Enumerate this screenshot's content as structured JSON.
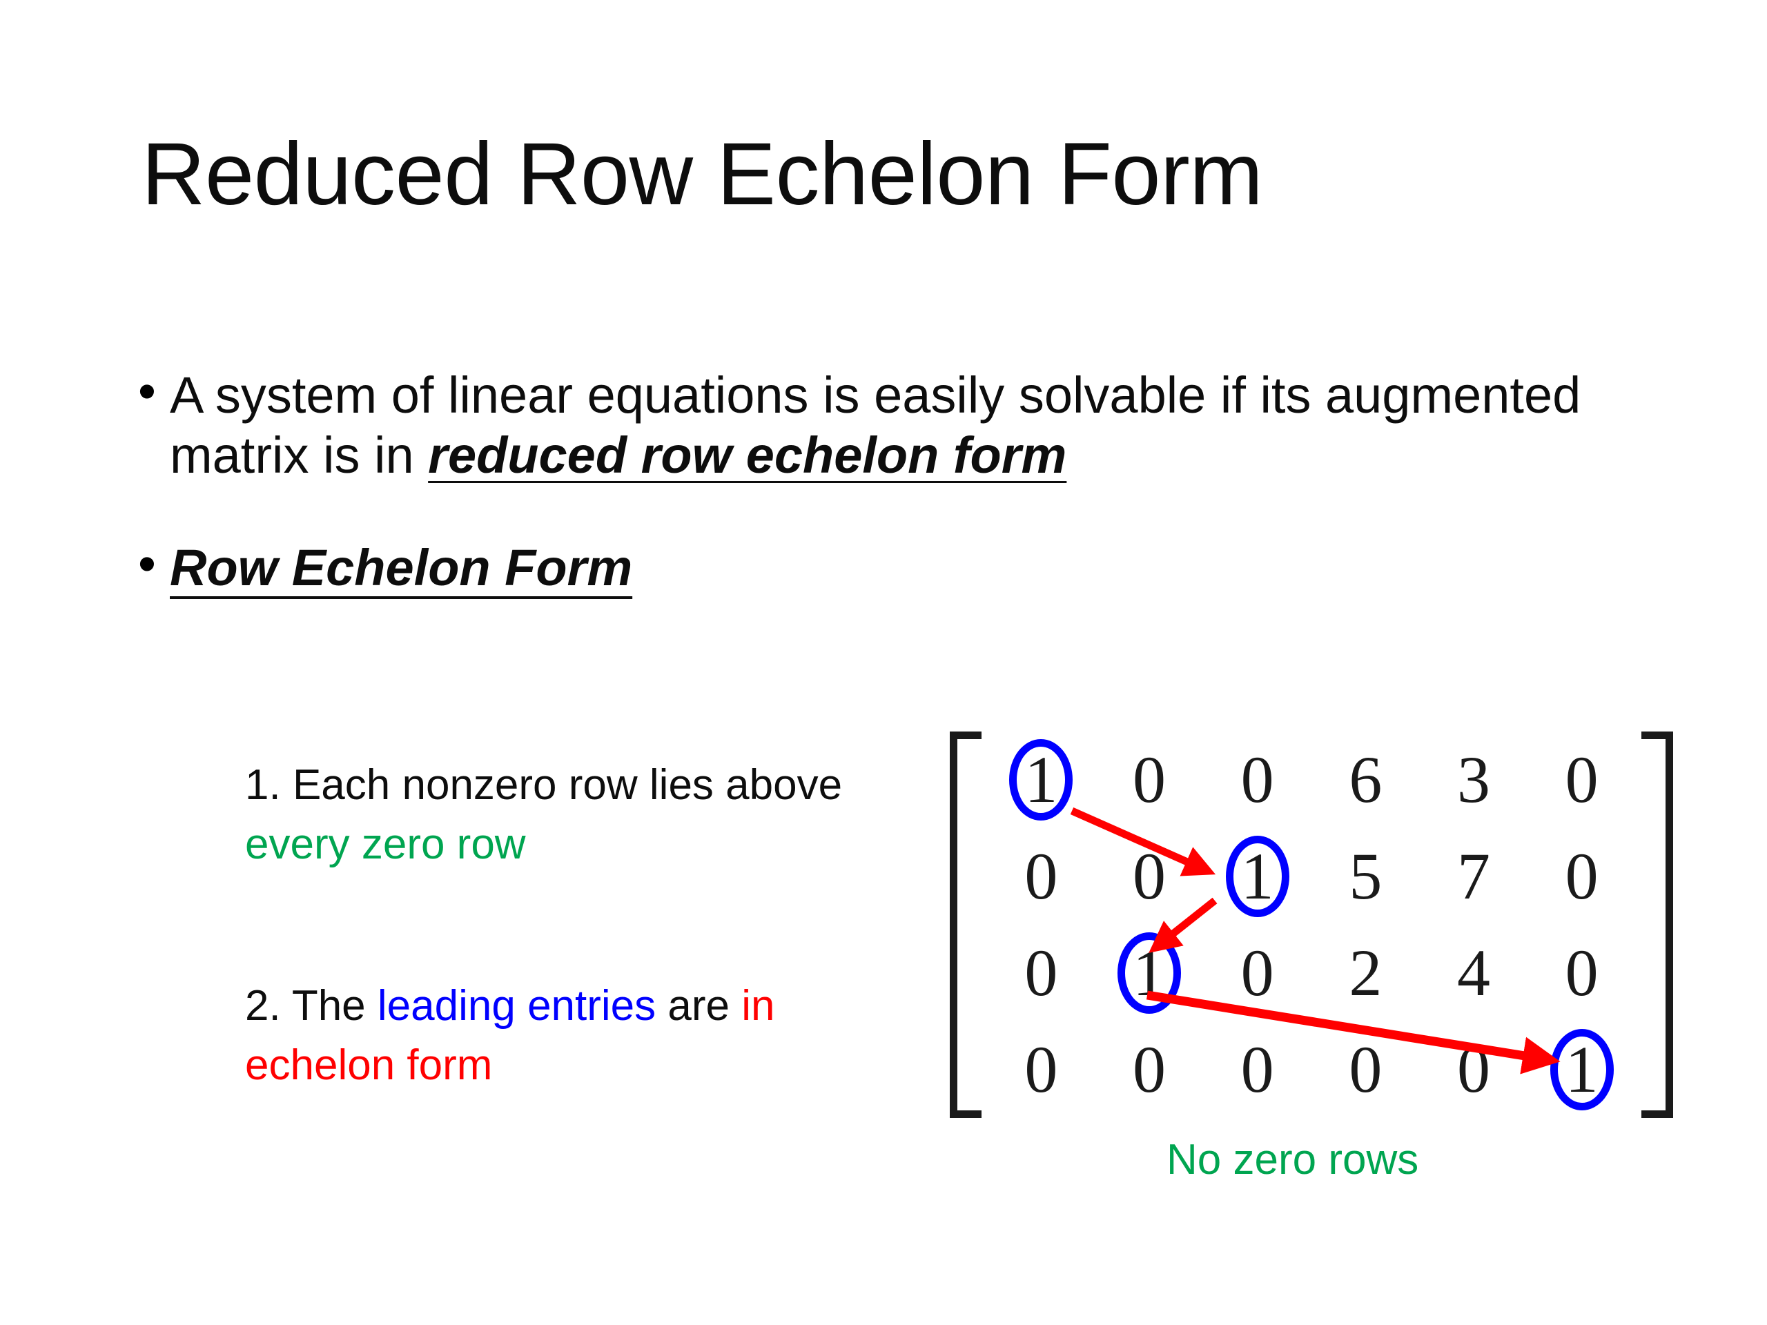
{
  "slide": {
    "title": "Reduced Row Echelon Form",
    "background_color": "#FFFFFF",
    "text_color": "#0D0D0D"
  },
  "bullets": [
    {
      "marker": "•",
      "plain_before": "A system of linear equations is easily solvable if its augmented matrix is in ",
      "emphasized": "reduced row echelon form",
      "plain_after": ""
    },
    {
      "marker": "•",
      "plain_before": "",
      "emphasized": "Row Echelon Form",
      "plain_after": ""
    }
  ],
  "notes": [
    {
      "number": "1.",
      "part_1": " Each nonzero row lies above ",
      "highlight": "every zero row",
      "highlight_color": "#00A550",
      "part_2": ""
    },
    {
      "number": "2.",
      "part_1": " The ",
      "highlight": "leading entries",
      "highlight_color": "#0000FF",
      "part_2": " are ",
      "highlight_2": "in echelon form",
      "highlight_2_color": "#FF0000"
    }
  ],
  "matrix_figure": {
    "caption": "No zero rows",
    "caption_color": "#00A550",
    "pivot_circle_color": "#0000FF",
    "arrow_color": "#FF0000",
    "bracket_color": "#1A1A1A",
    "rows": [
      [
        "1",
        "0",
        "0",
        "6",
        "3",
        "0"
      ],
      [
        "0",
        "0",
        "1",
        "5",
        "7",
        "0"
      ],
      [
        "0",
        "1",
        "0",
        "2",
        "4",
        "0"
      ],
      [
        "0",
        "0",
        "0",
        "0",
        "0",
        "1"
      ]
    ],
    "pivots": [
      {
        "row": 0,
        "col": 0
      },
      {
        "row": 1,
        "col": 2
      },
      {
        "row": 2,
        "col": 1
      },
      {
        "row": 3,
        "col": 5
      }
    ],
    "arrows": [
      {
        "from_row": 0,
        "from_col": 0,
        "to_row": 1,
        "to_col": 2
      },
      {
        "from_row": 1,
        "from_col": 2,
        "to_row": 2,
        "to_col": 1
      },
      {
        "from_row": 2,
        "from_col": 1,
        "to_row": 3,
        "to_col": 5
      }
    ]
  }
}
